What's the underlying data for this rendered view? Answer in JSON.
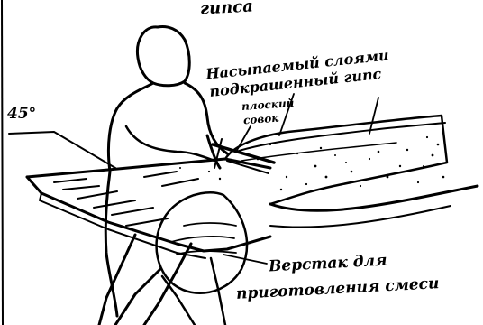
{
  "labels": {
    "top": "гипса",
    "angle": "45°",
    "gypsum_line1": "Насыпаемый слоями",
    "gypsum_line2": "подкрашенный гипс",
    "tool_line1": "плоский",
    "tool_line2": "совок",
    "bench_line1": "Верстак для",
    "bench_line2": "приготовления смеси"
  },
  "colors": {
    "ink": "#000000",
    "paper": "#ffffff"
  }
}
